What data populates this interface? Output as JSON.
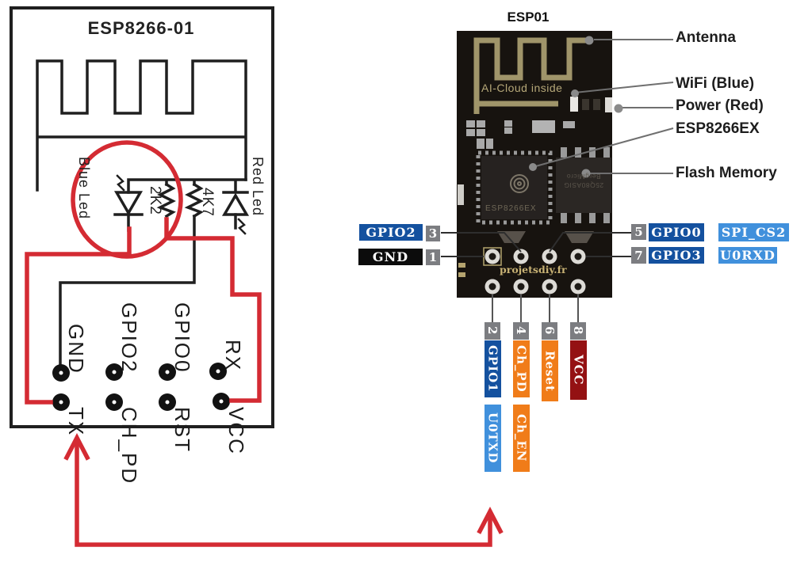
{
  "schematic": {
    "title": "ESP8266-01",
    "blue_led": "Blue Led",
    "blue_res": "2K2",
    "red_res": "4K7",
    "red_led": "Red Led",
    "pins_top": [
      "GND",
      "GPIO2",
      "GPIO0",
      "RX"
    ],
    "pins_bottom": [
      "TX",
      "CH_PD",
      "RST",
      "VCC"
    ]
  },
  "board": {
    "title": "ESP01",
    "antenna_silk": "AI-Cloud inside",
    "chip": "ESP8266EX",
    "flash_line1": "25Q80ASIG",
    "flash_line2": "BergMicro",
    "watermark": "projetsdiy.fr"
  },
  "annotations": [
    "Antenna",
    "WiFi (Blue)",
    "Power (Red)",
    "ESP8266EX",
    "Flash Memory"
  ],
  "callouts": {
    "left": [
      {
        "pin": "3",
        "label": "GPIO2"
      },
      {
        "pin": "1",
        "label": "GND"
      }
    ],
    "right": [
      {
        "pin": "5",
        "label": "GPIO0",
        "alt": "SPI_CS2"
      },
      {
        "pin": "7",
        "label": "GPIO3",
        "alt": "U0RXD"
      }
    ],
    "bottom": [
      {
        "pin": "2",
        "label": "GPIO1",
        "alt": "U0TXD"
      },
      {
        "pin": "4",
        "label": "Ch_PD",
        "alt": "Ch_EN"
      },
      {
        "pin": "6",
        "label": "Reset",
        "alt": ""
      },
      {
        "pin": "8",
        "label": "VCC",
        "alt": ""
      }
    ]
  },
  "colors": {
    "red_overlay": "#d42b33",
    "dark_blue": "#14519f",
    "light_blue": "#4090dc",
    "orange": "#f07c19",
    "dark_red": "#941113",
    "gray_pin": "#7c7d81",
    "gnd_black": "#0c0c0c",
    "board_black": "#17130f",
    "antenna_gold": "#a0956a"
  }
}
